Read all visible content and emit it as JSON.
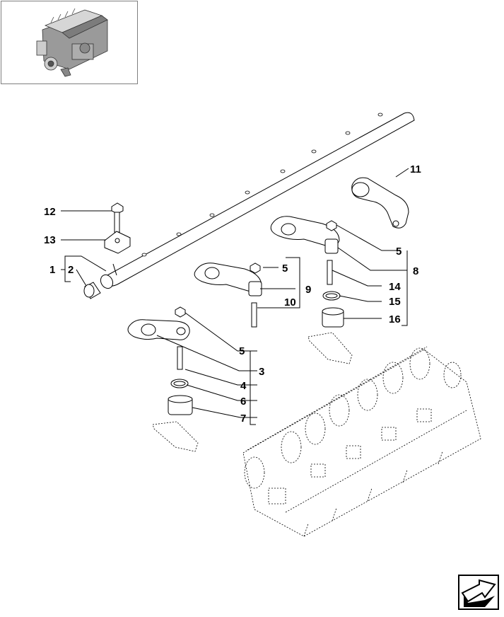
{
  "callouts": {
    "c1": "1",
    "c2": "2",
    "c3": "3",
    "c4": "4",
    "c5a": "5",
    "c5b": "5",
    "c5c": "5",
    "c6": "6",
    "c7": "7",
    "c8": "8",
    "c9": "9",
    "c10": "10",
    "c11": "11",
    "c12": "12",
    "c13": "13",
    "c14": "14",
    "c15": "15",
    "c16": "16"
  },
  "icons": {
    "thumbnail": "engine-overview-thumbnail",
    "navigation": "next-page-arrow-icon"
  },
  "colors": {
    "line": "#000000",
    "frame": "#7f7f7f",
    "nav_fill": "#000000"
  }
}
